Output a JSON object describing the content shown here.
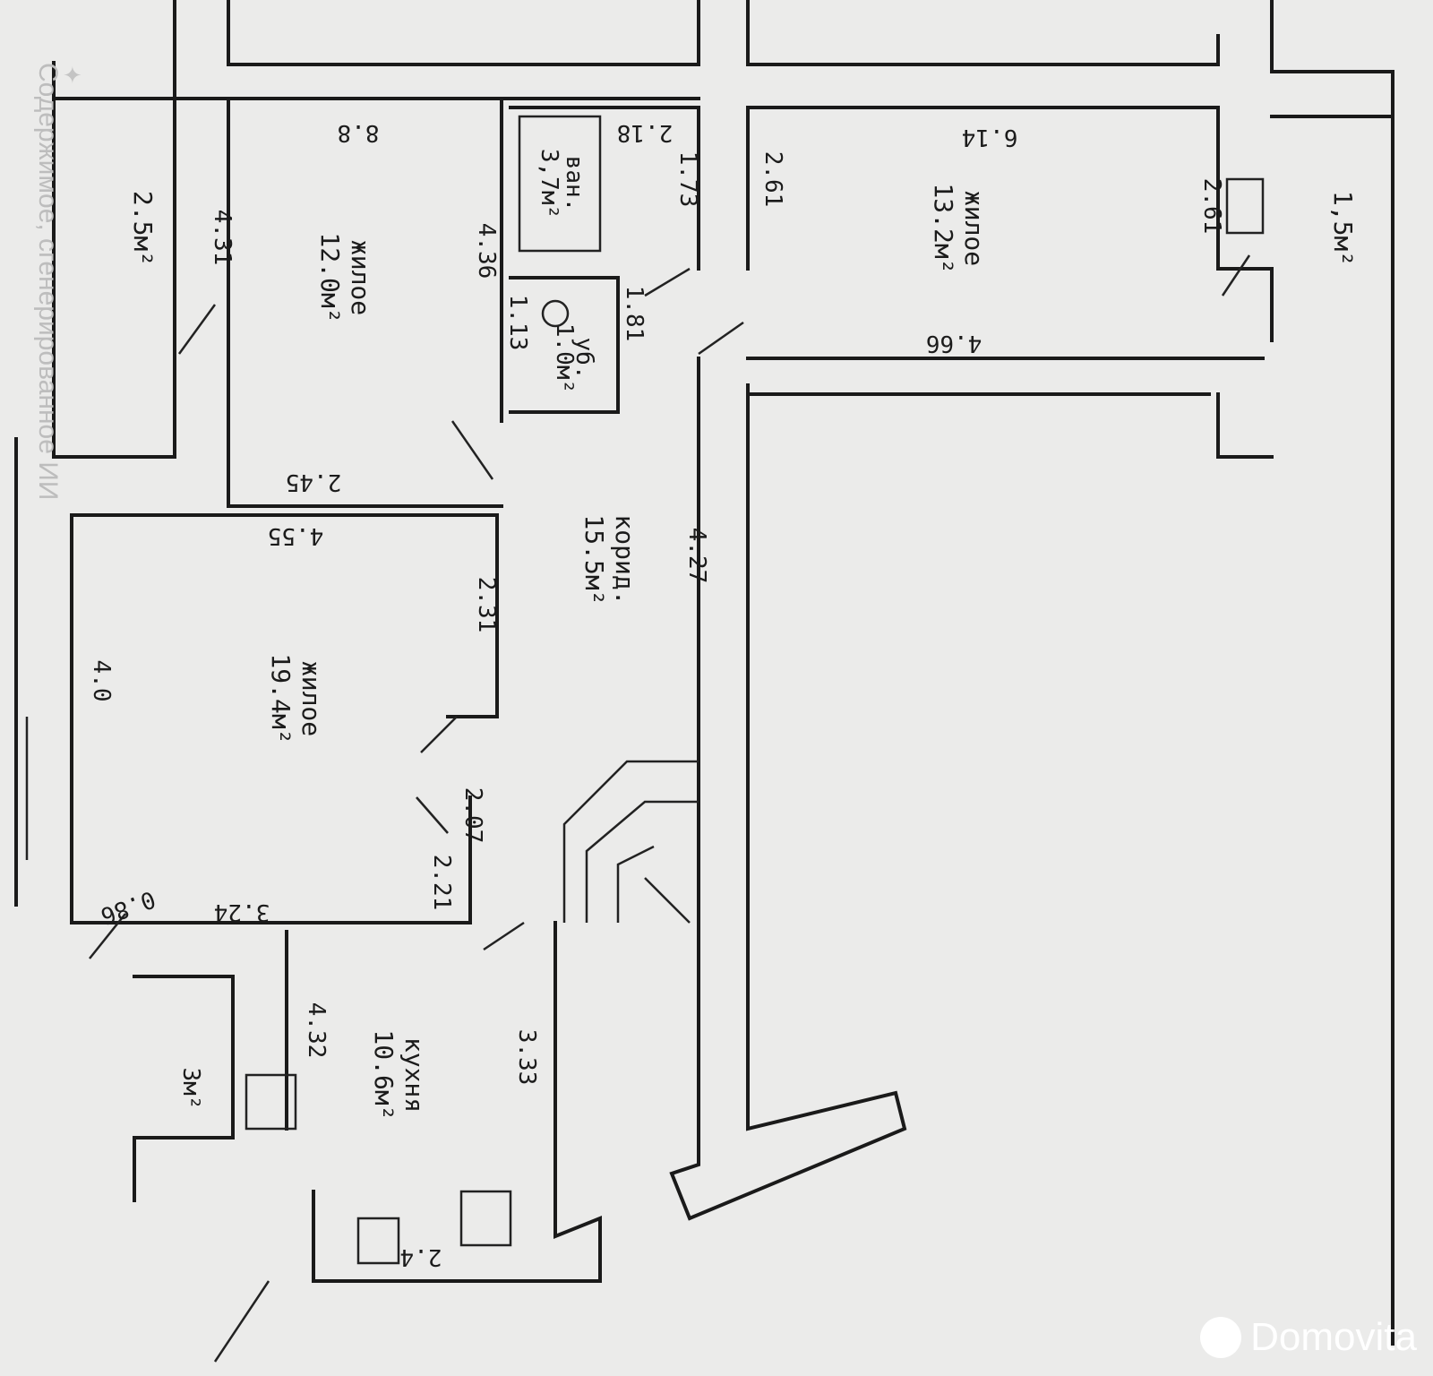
{
  "watermarks": {
    "ai_notice": "Содержимое, сгенерированное ИИ",
    "brand": "Domovita"
  },
  "rooms": [
    {
      "name": "",
      "area": "2.5м²"
    },
    {
      "name": "жилое",
      "area": "12.0м²"
    },
    {
      "name": "ван.",
      "area": "3,7м²"
    },
    {
      "name": "уб.",
      "area": "1.0м²"
    },
    {
      "name": "жилое",
      "area": "13.2м²"
    },
    {
      "name": "",
      "area": "1,5м²"
    },
    {
      "name": "корид.",
      "area": "15.5м²"
    },
    {
      "name": "жилое",
      "area": "19.4м²"
    },
    {
      "name": "кухня",
      "area": "10.6м²"
    },
    {
      "name": "",
      "area": "3м²"
    }
  ],
  "dimensions": [
    "8.8",
    "4.31",
    "4.36",
    "2.18",
    "1.73",
    "1.13",
    "1.81",
    "2.61",
    "6.14",
    "2.61",
    "4.66",
    "2.45",
    "4.55",
    "2.31",
    "4.27",
    "4.0",
    "2.07",
    "2.21",
    "3.24",
    "0.86",
    "4.32",
    "3.33",
    "2.4"
  ]
}
